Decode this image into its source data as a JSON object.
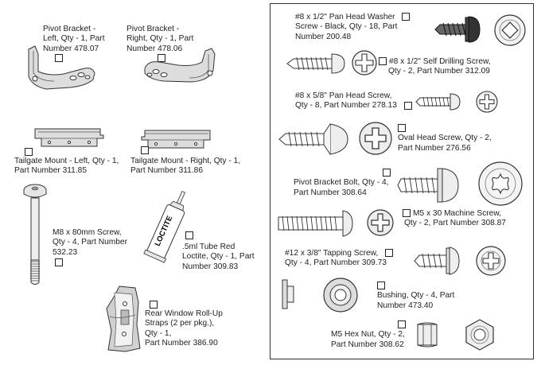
{
  "left_parts": [
    {
      "line1": "Pivot Bracket -",
      "line2": "Left, Qty - 1, Part",
      "line3": "Number 478.07"
    },
    {
      "line1": "Pivot Bracket -",
      "line2": "Right, Qty - 1, Part",
      "line3": "Number 478.06"
    },
    {
      "line1": "Tailgate Mount - Left, Qty - 1,",
      "line2": "Part Number 311.85"
    },
    {
      "line1": "Tailgate Mount - Right, Qty - 1,",
      "line2": "Part Number 311.86"
    },
    {
      "line1": "M8  x  80mm  Screw,",
      "line2": "Qty - 4, Part Number",
      "line3": "532.23"
    },
    {
      "line1": ".5ml Tube Red",
      "line2": "Loctite, Qty - 1, Part",
      "line3": "Number 309.83",
      "tube_text": "LOCTITE"
    },
    {
      "line1": "Rear Window Roll-Up",
      "line2": "Straps (2 per pkg.),",
      "line3": "Qty - 1,",
      "line4": "Part Number 386.90"
    }
  ],
  "hardware": [
    {
      "line1": "#8 x 1/2\" Pan Head Washer",
      "line2": "Screw - Black, Qty - 18, Part",
      "line3": "Number 200.48"
    },
    {
      "line1": "#8 x 1/2\" Self Drilling Screw,",
      "line2": "Qty - 2, Part Number 312.09"
    },
    {
      "line1": "#8 x 5/8\" Pan Head Screw,",
      "line2": "Qty - 8, Part Number 278.13"
    },
    {
      "line1": "Oval Head Screw, Qty - 2,",
      "line2": "Part Number 276.56"
    },
    {
      "line1": "Pivot Bracket Bolt, Qty - 4,",
      "line2": "Part Number 308.64"
    },
    {
      "line1": "M5 x 30 Machine Screw,",
      "line2": "Qty - 2, Part Number 308.87"
    },
    {
      "line1": "#12 x 3/8\" Tapping Screw,",
      "line2": "Qty - 4, Part Number 309.73"
    },
    {
      "line1": "Bushing, Qty - 4, Part",
      "line2": "Number 473.40"
    },
    {
      "line1": "M5 Hex Nut, Qty - 2,",
      "line2": "Part Number 308.62"
    }
  ]
}
